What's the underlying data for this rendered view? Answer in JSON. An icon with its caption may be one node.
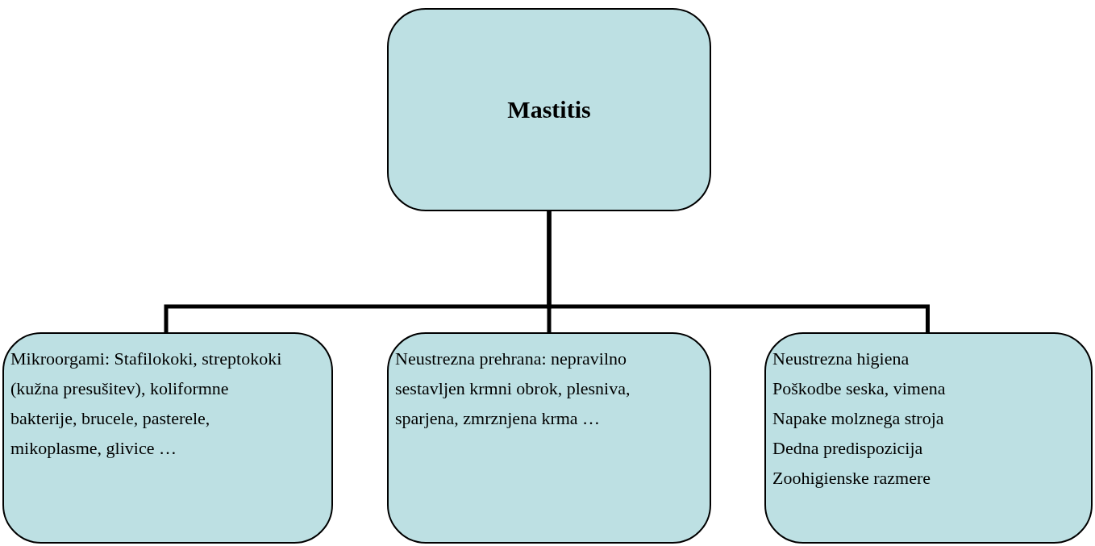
{
  "diagram": {
    "nodes": [
      {
        "text": [
          "Mastitis"
        ]
      },
      {
        "text": [
          "Mikroorgami: Stafilokoki, streptokoki (kužna presušitev), koliformne bakterije, brucele, pasterele, mikoplasme, glivice …"
        ]
      },
      {
        "text": [
          "Neustrezna prehrana: nepravilno sestavljen krmni obrok, plesniva, sparjena, zmrznjena krma …"
        ]
      },
      {
        "text": [
          "Neustrezna higiena",
          "Poškodbe seska, vimena",
          "Napake molznega stroja",
          "Dedna predispozicija",
          "Zoohigienske razmere"
        ]
      }
    ],
    "edges": [
      {
        "from": 0,
        "to": 1,
        "arrow": "none"
      },
      {
        "from": 0,
        "to": 2,
        "arrow": "none"
      },
      {
        "from": 0,
        "to": 3,
        "arrow": "none"
      }
    ]
  }
}
